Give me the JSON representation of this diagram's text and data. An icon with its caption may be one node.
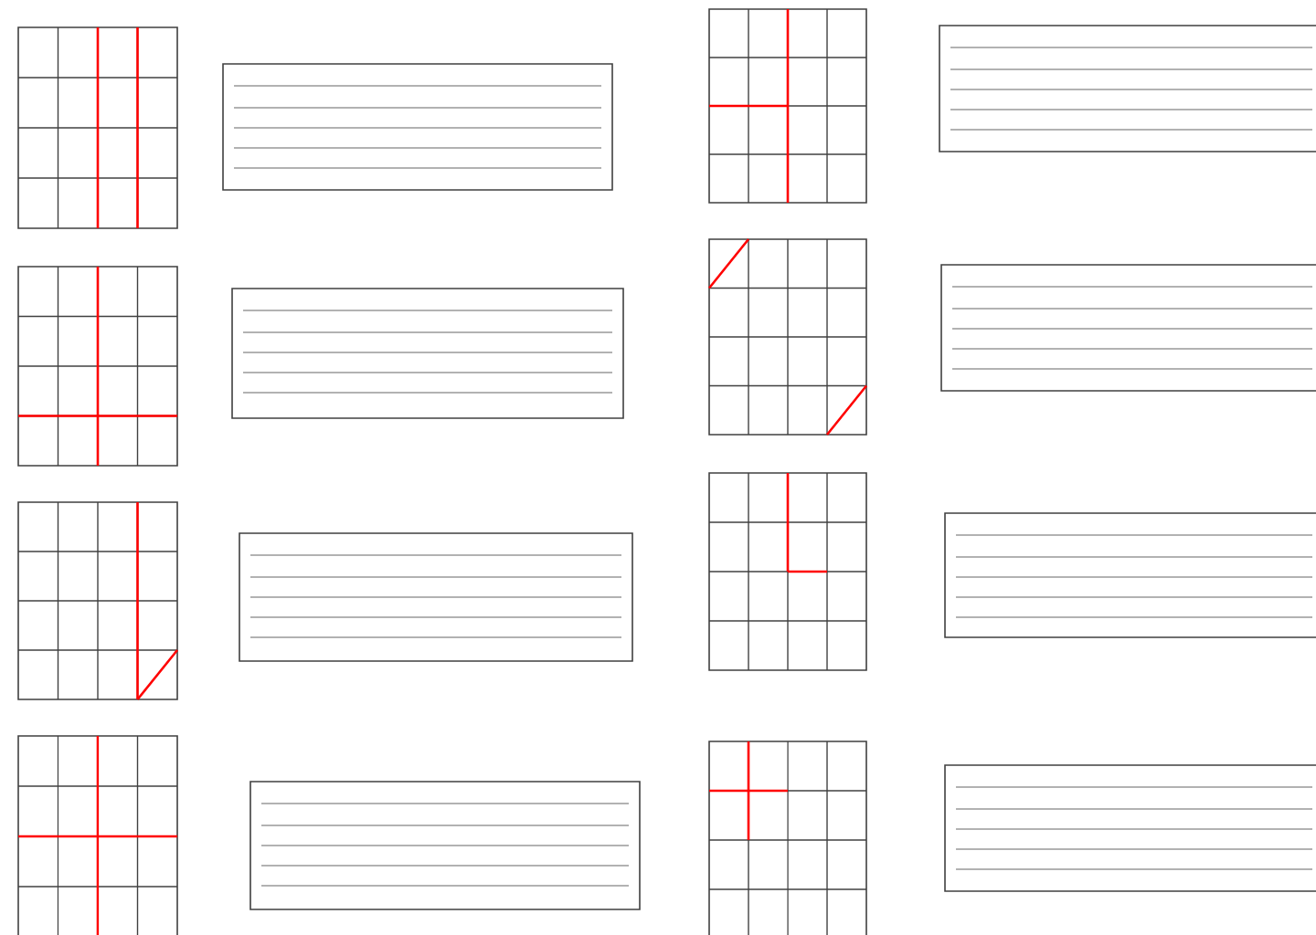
{
  "diagram": {
    "nodes": [
      {
        "text": [],
        "shape": "grid"
      },
      {
        "text": [],
        "shape": "box"
      },
      {
        "text": [],
        "shape": "grid"
      },
      {
        "text": [],
        "shape": "box"
      },
      {
        "text": [],
        "shape": "grid"
      },
      {
        "text": [],
        "shape": "box"
      },
      {
        "text": [],
        "shape": "grid"
      },
      {
        "text": [],
        "shape": "box"
      },
      {
        "text": [],
        "shape": "grid"
      },
      {
        "text": [],
        "shape": "box"
      },
      {
        "text": [],
        "shape": "grid"
      },
      {
        "text": [],
        "shape": "box"
      },
      {
        "text": [],
        "shape": "grid"
      },
      {
        "text": [],
        "shape": "box"
      },
      {
        "text": [],
        "shape": "grid"
      },
      {
        "text": [],
        "shape": "box"
      }
    ]
  }
}
